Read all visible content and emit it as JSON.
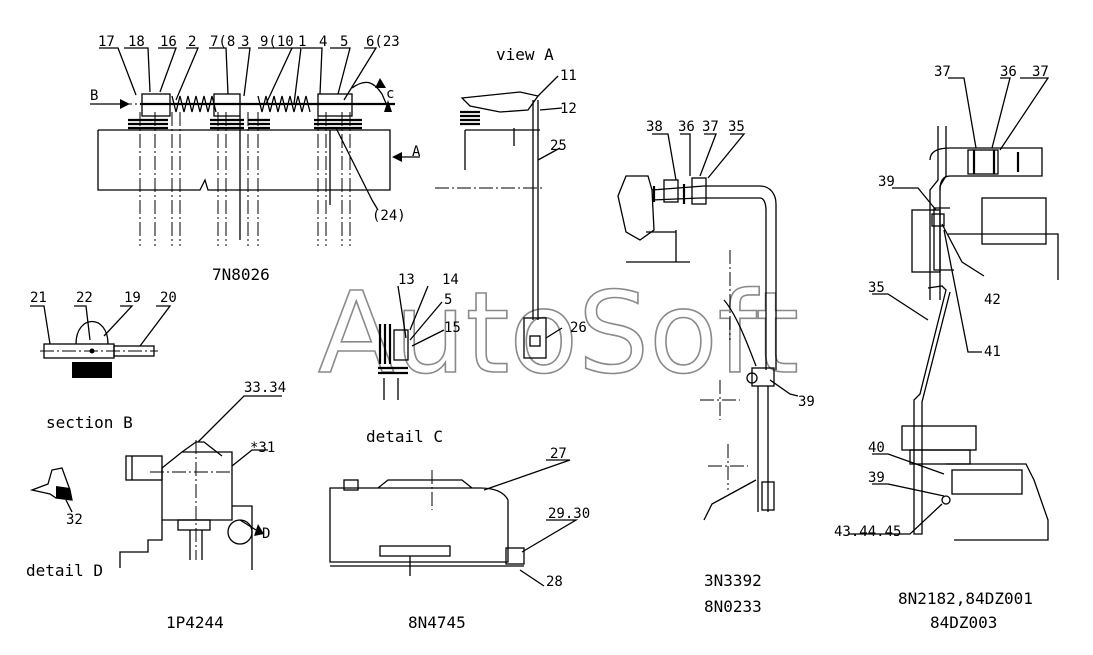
{
  "watermark": "AutoSoft",
  "views": {
    "view_a": "view A",
    "section_b": "section B",
    "detail_c": "detail C",
    "detail_d": "detail D"
  },
  "markers": {
    "b": "B",
    "a": "A",
    "c": "c",
    "d": "D"
  },
  "part_numbers": {
    "p7n8026": "7N8026",
    "p1p4244": "1P4244",
    "p8n4745": "8N4745",
    "p3n3392": "3N3392",
    "p8n0233": "8N0233",
    "p8n2182": "8N2182,84DZ001",
    "p84dz003": "84DZ003"
  },
  "callouts": {
    "c17": "17",
    "c18": "18",
    "c16": "16",
    "c2": "2",
    "c7_8": "7(8",
    "c3": "3",
    "c9_10": "9(10",
    "c1": "1",
    "c4": "4",
    "c5": "5",
    "c6_23": "6(23",
    "c24": "(24)",
    "c11": "11",
    "c12": "12",
    "c25": "25",
    "c26": "26",
    "c13": "13",
    "c14": "14",
    "c5b": "5",
    "c15": "15",
    "c21": "21",
    "c22": "22",
    "c19": "19",
    "c20": "20",
    "c33_34": "33.34",
    "c31": "*31",
    "c32": "32",
    "c27": "27",
    "c29_30": "29.30",
    "c28": "28",
    "c38": "38",
    "c36": "36",
    "c37": "37",
    "c35": "35",
    "c39": "39",
    "c37r1": "37",
    "c36r": "36",
    "c37r2": "37",
    "c39r1": "39",
    "c42": "42",
    "c41": "41",
    "c35r": "35",
    "c40": "40",
    "c39r2": "39",
    "c43_45": "43.44.45"
  }
}
